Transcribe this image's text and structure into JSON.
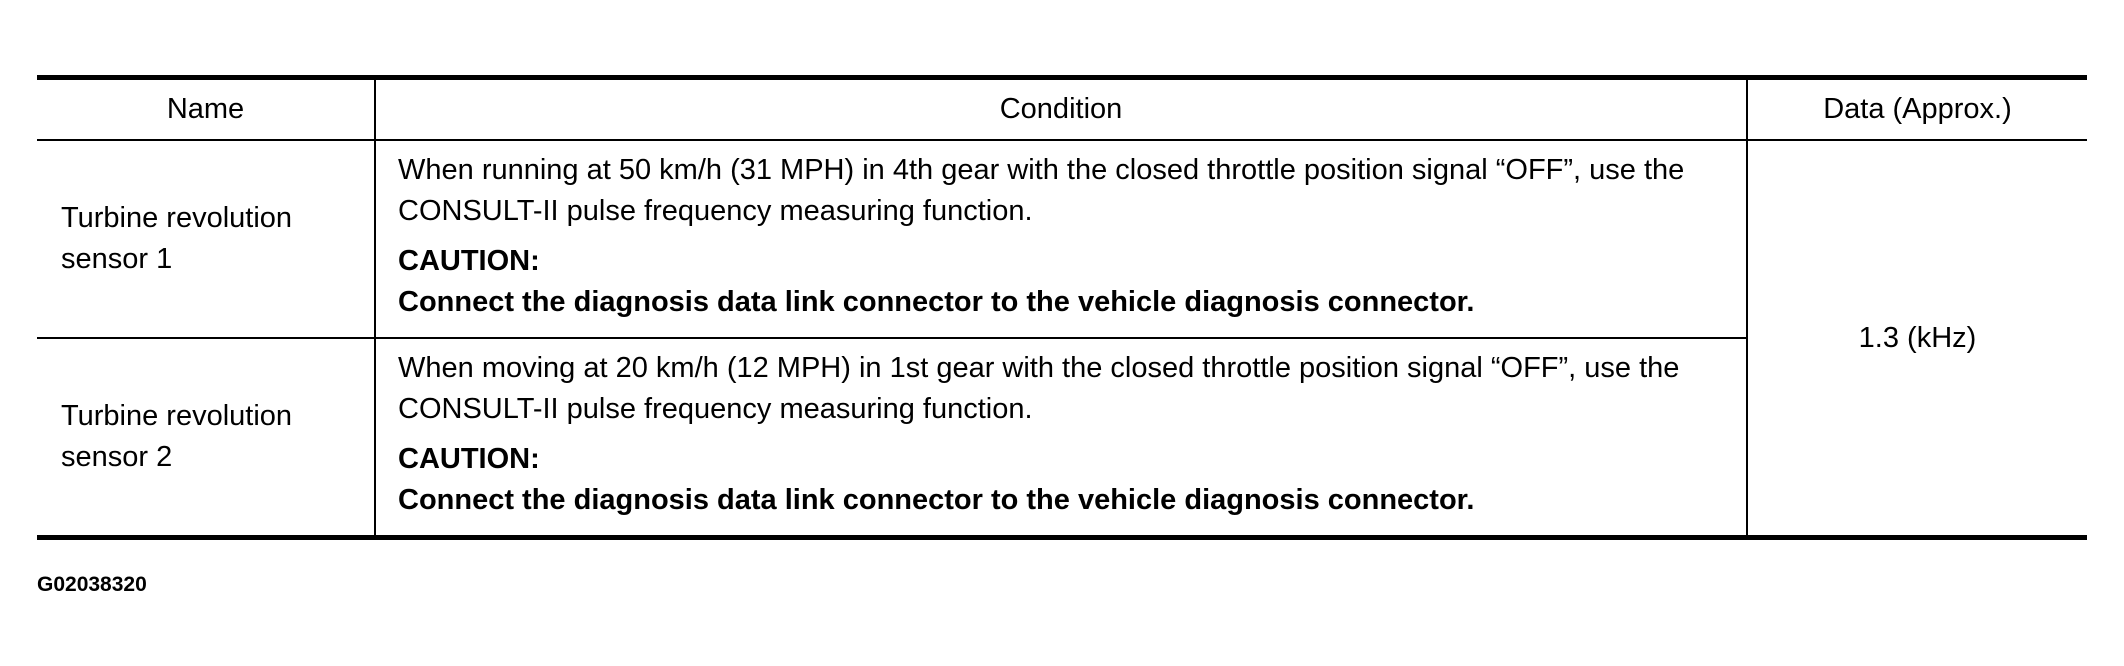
{
  "table": {
    "headers": {
      "name": "Name",
      "condition": "Condition",
      "data": "Data (Approx.)"
    },
    "rows": [
      {
        "name": "Turbine revolution sensor 1",
        "condition": "When running at 50 km/h (31 MPH) in 4th gear with the closed throttle position signal “OFF”, use the CONSULT-II pulse frequency measuring function.",
        "caution_title": "CAUTION:",
        "caution_text": "Connect the diagnosis data link connector to the vehicle diagnosis connector."
      },
      {
        "name": "Turbine revolution sensor 2",
        "condition": "When moving at 20 km/h (12 MPH) in 1st gear with the closed throttle position signal “OFF”, use the CONSULT-II pulse frequency measuring function.",
        "caution_title": "CAUTION:",
        "caution_text": "Connect the diagnosis data link connector to the vehicle diagnosis connector."
      }
    ],
    "shared_data": "1.3 (kHz)"
  },
  "figure_id": "G02038320"
}
